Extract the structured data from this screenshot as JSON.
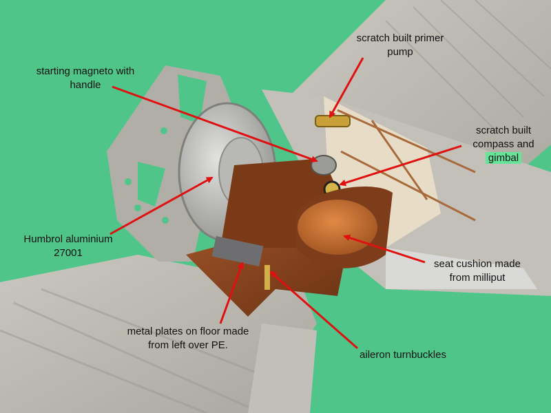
{
  "colors": {
    "background": "#4fc58a",
    "wing_grey": "#b7b5ac",
    "wood": "#8a4520",
    "seat": "#c4702e",
    "arrow_red": "#e01010",
    "gimbal_highlight": "#66e59a"
  },
  "annotations": {
    "primer_pump": {
      "line1": "scratch built primer",
      "line2": "pump"
    },
    "magneto": {
      "line1": "starting magneto with",
      "line2": "handle"
    },
    "compass": {
      "line1": "scratch built",
      "line2": "compass and",
      "line3": "gimbal"
    },
    "aluminium": {
      "line1": "Humbrol aluminium",
      "line2": "27001"
    },
    "seat_cushion": {
      "line1": "seat cushion made",
      "line2": "from milliput"
    },
    "metal_plates": {
      "line1": "metal plates on floor made",
      "line2": "from left over PE."
    },
    "turnbuckles": {
      "line1": "aileron turnbuckles"
    }
  }
}
